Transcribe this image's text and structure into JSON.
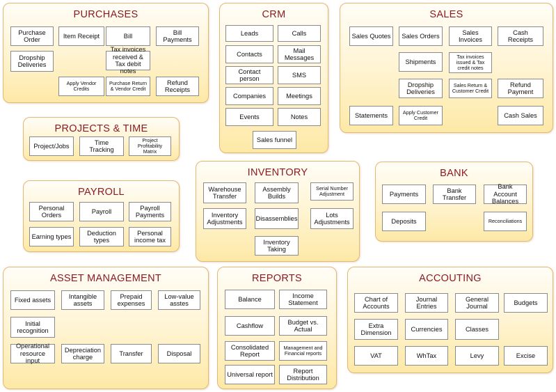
{
  "purchases": {
    "title": "PURCHASES",
    "items": [
      "Purchase Order",
      "Item Receipt",
      "Bill",
      "Bill Payments",
      "Dropship Deliveries",
      "Tax invoices received & Tax debit notes",
      "Apply Vendor Credits",
      "Purchase Return & Vendor Credit",
      "Refund Receipts"
    ]
  },
  "crm": {
    "title": "CRM",
    "items": [
      "Leads",
      "Calls",
      "Contacts",
      "Mail Messages",
      "Contact person",
      "SMS",
      "Companies",
      "Meetings",
      "Events",
      "Notes",
      "Sales funnel"
    ]
  },
  "sales": {
    "title": "SALES",
    "items": [
      "Sales Quotes",
      "Sales Orders",
      "Sales Invoices",
      "Cash Receipts",
      "Shipments",
      "Tax invoices issued & Tax credit notes",
      "Dropship Deliveries",
      "Sales Return & Customer Credit",
      "Refund Payment",
      "Statements",
      "Apply Customer Credit",
      "Cash Sales"
    ]
  },
  "projects": {
    "title": "PROJECTS & TIME",
    "items": [
      "Project/Jobs",
      "Time Tracking",
      "Project Profitability Matrix"
    ]
  },
  "inventory": {
    "title": "INVENTORY",
    "items": [
      "Warehouse Transfer",
      "Assembly Builds",
      "Serial Number Adjustment",
      "Inventory Adjustments",
      "Disassemblies",
      "Lots Adjustments",
      "Inventory Taking"
    ]
  },
  "bank": {
    "title": "BANK",
    "items": [
      "Payments",
      "Bank Transfer",
      "Bank Account Balances",
      "Deposits",
      "Reconciliations"
    ]
  },
  "payroll": {
    "title": "PAYROLL",
    "items": [
      "Personal Orders",
      "Payroll",
      "Payroll Payments",
      "Earning types",
      "Deduction types",
      "Personal income tax"
    ]
  },
  "asset": {
    "title": "ASSET MANAGEMENT",
    "items": [
      "Fixed assets",
      "Intangible assets",
      "Prepaid expenses",
      "Low-value asstes",
      "Initial recognition",
      "Operational resource input",
      "Depreciation charge",
      "Transfer",
      "Disposal"
    ]
  },
  "reports": {
    "title": "REPORTS",
    "items": [
      "Balance",
      "Income Statement",
      "Cashflow",
      "Budget vs. Actual",
      "Consolidated Report",
      "Management and Financial reports",
      "Universal report",
      "Report Distribution"
    ]
  },
  "accounting": {
    "title": "ACCOUTING",
    "items": [
      "Chart of Accounts",
      "Journal Entries",
      "General Journal",
      "Budgets",
      "Extra Dimension",
      "Currencies",
      "Classes",
      "VAT",
      "WhTax",
      "Levy",
      "Excise"
    ]
  }
}
